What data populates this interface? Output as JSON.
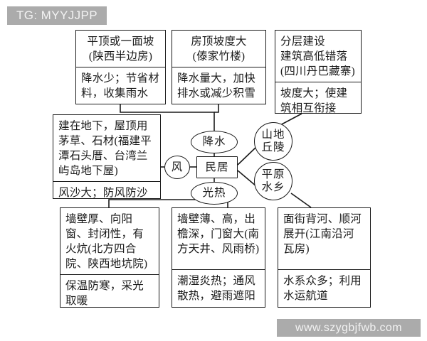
{
  "overlays": {
    "tag_label": "TG: MYYJJPP",
    "watermark": "www.szygbjfwb.com"
  },
  "colors": {
    "stroke": "#1a1a1a",
    "background": "#ffffff",
    "chip_background": "#ababab",
    "chip_text": "#f2f2f2"
  },
  "diagram": {
    "center": {
      "label": "民居"
    },
    "factors": [
      {
        "id": "jiangshui",
        "label": "降水",
        "shape": "ellipse"
      },
      {
        "id": "guangre",
        "label": "光热",
        "shape": "ellipse"
      },
      {
        "id": "feng",
        "label": "风",
        "shape": "ellipse"
      },
      {
        "id": "shandi",
        "label_line1": "山地",
        "label_line2": "丘陵",
        "shape": "circle"
      },
      {
        "id": "pingyuan",
        "label_line1": "平原",
        "label_line2": "水乡",
        "shape": "circle"
      }
    ],
    "boxes": [
      {
        "id": "flatroof",
        "feature": "平顶或一面坡\n(陕西半边房)",
        "reason": "降水少；节省材料，收集雨水",
        "linked_factor": "降水"
      },
      {
        "id": "steeproof",
        "feature": "房顶坡度大\n(傣家竹楼)",
        "reason": "降水量大，加快排水或减少积雪",
        "linked_factor": "降水"
      },
      {
        "id": "layered",
        "feature": "分层建设\n建筑高低错落\n(四川丹巴藏寨)",
        "reason": "坡度大；使建筑相互衔接",
        "linked_factor": "山地丘陵"
      },
      {
        "id": "underground",
        "feature": "建在地下，屋顶用茅草、石材(福建平潭石头厝、台湾兰屿岛地下屋)",
        "reason": "风沙大；防风防沙",
        "linked_factor": "风"
      },
      {
        "id": "thickwall",
        "feature": "墙壁厚、向阳窗、封闭性，有火炕(北方四合院、陕西地坑院)",
        "reason": "保温防寒，采光取暖",
        "linked_factor": "光热"
      },
      {
        "id": "thinwall",
        "feature": "墙壁薄、高，出檐深，门窗大(南方天井、风雨桥)",
        "reason": "潮湿炎热；通风散热，避雨遮阳",
        "linked_factor": "光热"
      },
      {
        "id": "river",
        "feature": "面街背河、顺河展开(江南沿河瓦房)",
        "reason": "水系众多；利用水运航道",
        "linked_factor": "平原水乡"
      }
    ]
  }
}
